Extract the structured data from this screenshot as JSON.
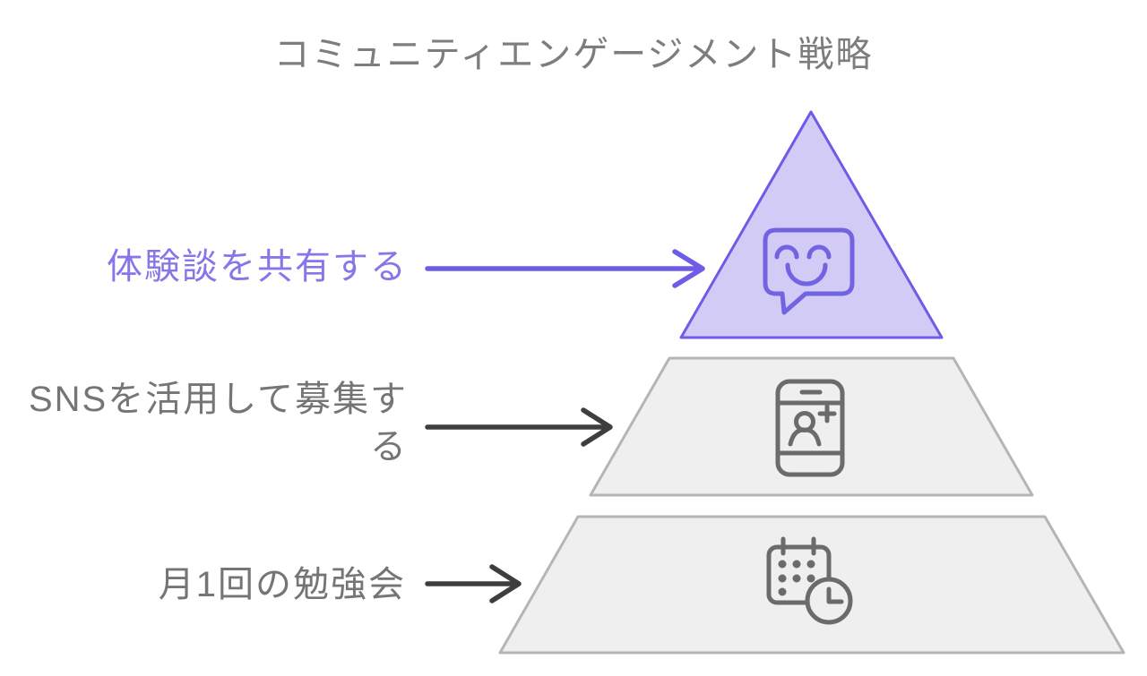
{
  "title": "コミュニティエンゲージメント戦略",
  "pyramid": {
    "levels": [
      {
        "label": "体験談を共有する",
        "icon": "speech-bubble-smile-icon",
        "highlighted": true,
        "position": "top"
      },
      {
        "label": "SNSを活用して募集する",
        "icon": "phone-add-user-icon",
        "highlighted": false,
        "position": "middle"
      },
      {
        "label": "月1回の勉強会",
        "icon": "calendar-clock-icon",
        "highlighted": false,
        "position": "bottom"
      }
    ]
  },
  "colors": {
    "accent_purple_stroke": "#6C5CE7",
    "purple_fill": "#D2CBF5",
    "purple_label_text": "#8677E9",
    "tier_fill": "#EFEFEF",
    "tier_stroke": "#B5B5B5",
    "icon_gray": "#6B6B6B",
    "arrow_dark": "#3E3E3E",
    "title_gray": "#7D7D7D",
    "label_gray": "#757575",
    "background": "#FFFFFF"
  }
}
